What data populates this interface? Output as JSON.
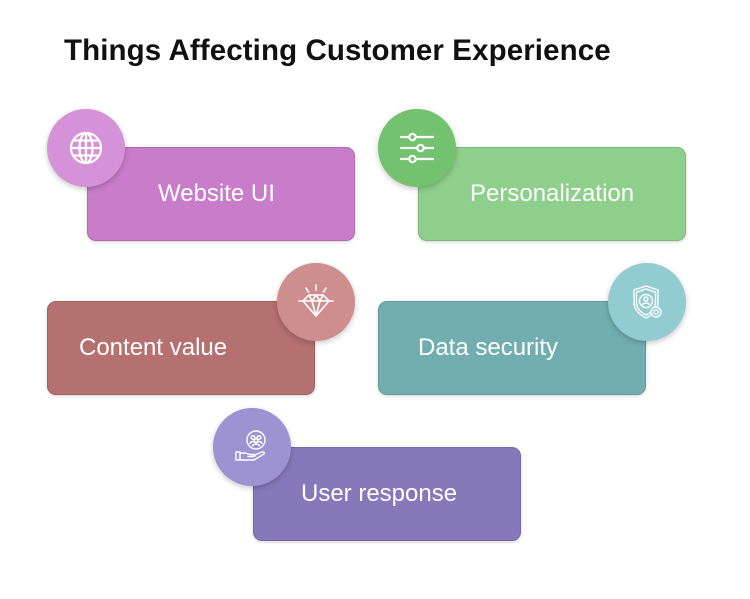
{
  "title": "Things Affecting Customer Experience",
  "items": [
    {
      "label": "Website UI",
      "icon": "globe-icon",
      "card_color": "#c97cc9",
      "circle_color": "#d592d8"
    },
    {
      "label": "Personalization",
      "icon": "sliders-icon",
      "card_color": "#8fcf8c",
      "circle_color": "#72c270"
    },
    {
      "label": "Content value",
      "icon": "diamond-icon",
      "card_color": "#b57070",
      "circle_color": "#cf8e8e"
    },
    {
      "label": "Data security",
      "icon": "shield-user-icon",
      "card_color": "#72aeb0",
      "circle_color": "#92cbd0"
    },
    {
      "label": "User response",
      "icon": "hand-holding-users-icon",
      "card_color": "#8679ba",
      "circle_color": "#9d92d2"
    }
  ]
}
